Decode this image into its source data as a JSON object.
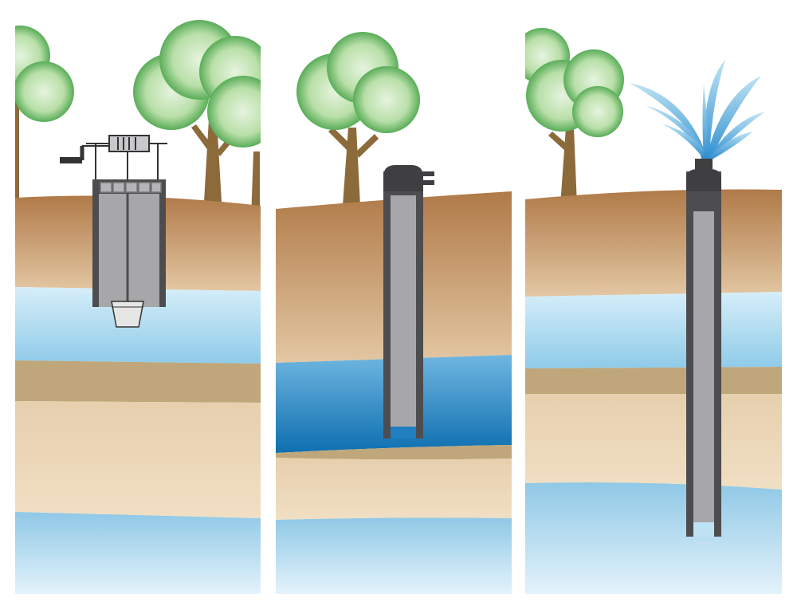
{
  "panels": [
    {
      "id": "dug-well",
      "well_type": "hand-dug well with windlass and bucket",
      "water_bearing_layers": 2
    },
    {
      "id": "drilled-well",
      "well_type": "drilled well into confined aquifer",
      "water_bearing_layers": 2
    },
    {
      "id": "artesian-well",
      "well_type": "flowing artesian well with water jet",
      "water_bearing_layers": 2
    }
  ],
  "colors": {
    "sky": "#ffffff",
    "topsoil_top": "#b07a48",
    "topsoil_bottom": "#e2c6a2",
    "water_light": "#d2ecf8",
    "water_mid": "#9fd0ec",
    "water_deep": "#1f7fc0",
    "clay": "#bfa77b",
    "sand": "#ecd7b7",
    "pipe_dark": "#4d4d4f",
    "pipe_light": "#a7a7a9",
    "tree_leaf_light": "#dcefd2",
    "tree_leaf_dark": "#45a848",
    "trunk": "#8c6a3a",
    "water_jet": "#4aa7dc"
  },
  "icons": [
    "tree-icon",
    "windlass-icon",
    "bucket-icon",
    "well-casing-icon",
    "water-jet-icon"
  ]
}
